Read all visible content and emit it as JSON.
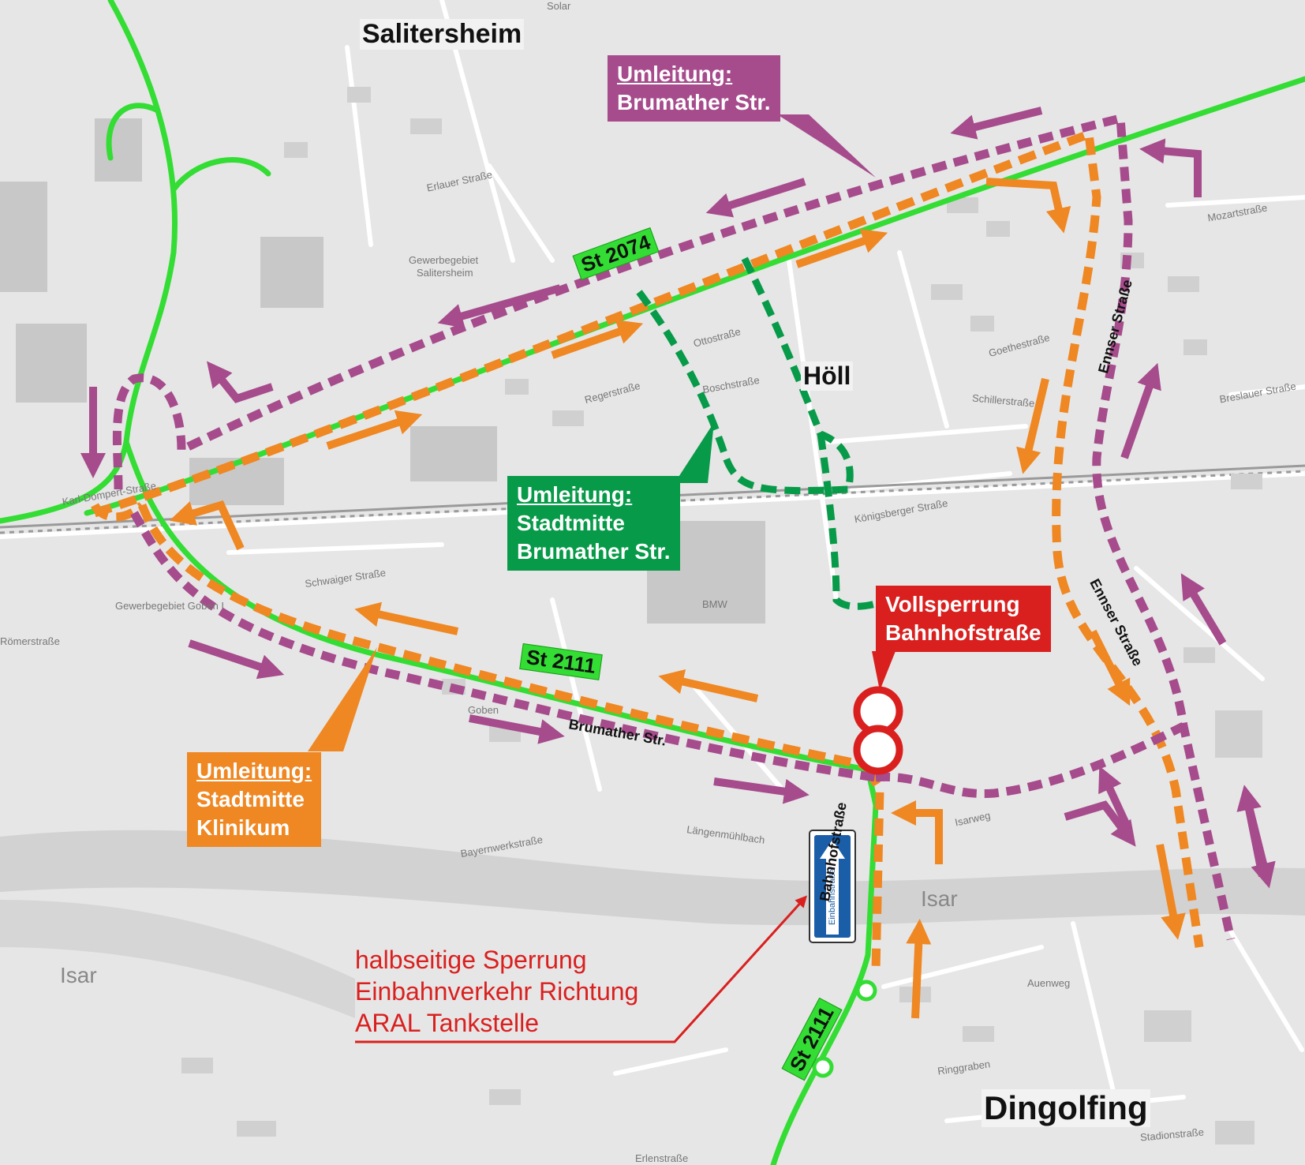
{
  "colors": {
    "background": "#e6e6e6",
    "route_green": "#33dd33",
    "detour_purple": "#a64b8c",
    "detour_orange": "#ef8722",
    "detour_darkgreen": "#079a48",
    "closure_red": "#d9201f",
    "sign_blue": "#1b5ea8"
  },
  "places": {
    "salitersheim": "Salitersheim",
    "hoell": "Höll",
    "dingolfing": "Dingolfing"
  },
  "routes": {
    "st2074_label": "St 2074",
    "st2111_label": "St 2111",
    "st2111_south_label": "St 2111"
  },
  "callouts": {
    "purple": {
      "title": "Umleitung:",
      "line1": "Brumather Str."
    },
    "green": {
      "title": "Umleitung:",
      "line1": "Stadtmitte",
      "line2": "Brumather Str."
    },
    "orange": {
      "title": "Umleitung:",
      "line1": "Stadtmitte",
      "line2": "Klinikum"
    },
    "red_closure": {
      "line1": "Vollsperrung",
      "line2": "Bahnhofstraße"
    }
  },
  "note": {
    "line1": "halbseitige Sperrung",
    "line2": "Einbahnverkehr Richtung",
    "line3": "ARAL Tankstelle"
  },
  "sign": {
    "text": "Einbahnstraße",
    "icon": "one-way-arrow-up-icon"
  },
  "street_labels_bold": {
    "brumather": "Brumather Str.",
    "bahnhofstrasse": "Bahnhofstraße",
    "ennser_north": "Ennser Straße",
    "ennser_south": "Ennser Straße"
  },
  "street_labels": {
    "solar": "Solar",
    "erlauer": "Erlauer Straße",
    "gewerbegebiet_1": "Gewerbegebiet",
    "gewerbegebiet_2": "Salitersheim",
    "ottostrasse": "Ottostraße",
    "regerstrasse": "Regerstraße",
    "boschstrasse": "Boschstraße",
    "mozartstrasse": "Mozartstraße",
    "goethestrasse": "Goethestraße",
    "schillerstrasse": "Schillerstraße",
    "breslauer": "Breslauer Straße",
    "koenigsberger": "Königsberger Straße",
    "schwaiger": "Schwaiger Straße",
    "roemerstrasse": "Römerstraße",
    "goben": "Goben",
    "isarweg": "Isarweg",
    "isar_east": "Isar",
    "isar_west": "Isar",
    "auenweg": "Auenweg",
    "ringgraben": "Ringgraben",
    "stadionstrasse": "Stadionstraße",
    "erlenstrasse": "Erlenstraße",
    "bayernwerkstrasse": "Bayernwerkstraße",
    "bmw": "BMW",
    "karl_dompert": "Karl-Dompert-Straße",
    "langenmuehlbach": "Längenmühlbach",
    "gewerbegebiet_goben": "Gewerbegebiet Goben I"
  }
}
